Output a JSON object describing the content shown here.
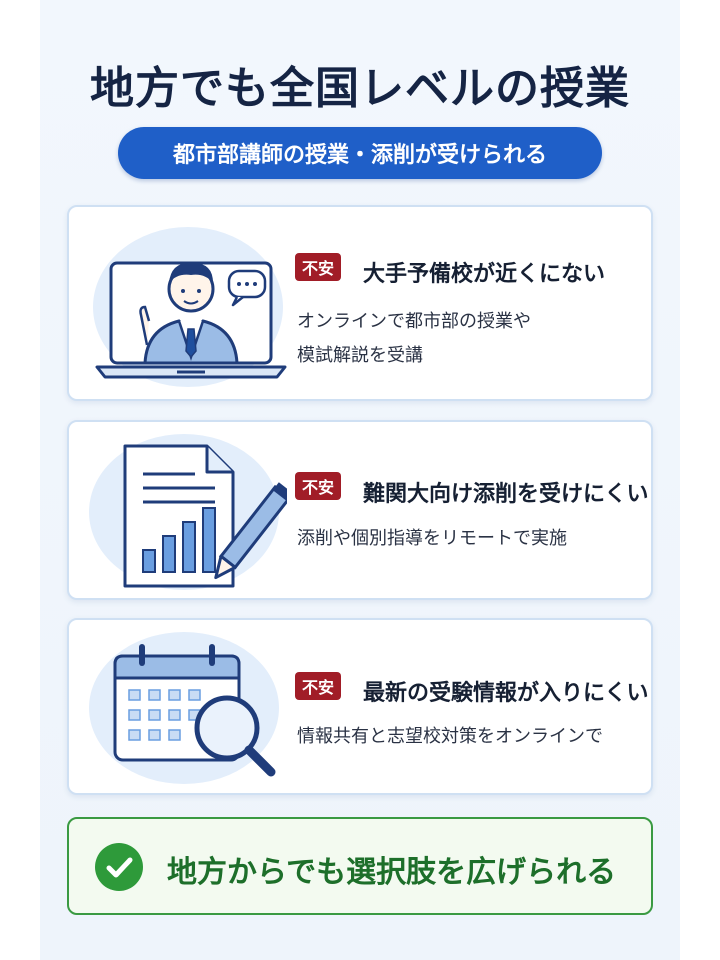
{
  "header": {
    "title": "地方でも全国レベルの授業",
    "subtitle": "都市部講師の授業・添削が受けられる"
  },
  "cards": [
    {
      "tag": "不安",
      "heading": "大手予備校が近くにない",
      "desc_lines": [
        "オンラインで都市部の授業や",
        "模試解説を受講"
      ],
      "illustration": "teacher-on-laptop"
    },
    {
      "tag": "不安",
      "heading": "難関大向け添削を受けにくい",
      "desc_lines": [
        "添削や個別指導をリモートで実施"
      ],
      "illustration": "document-chart-pencil"
    },
    {
      "tag": "不安",
      "heading": "最新の受験情報が入りにくい",
      "desc_lines": [
        "情報共有と志望校対策をオンラインで"
      ],
      "illustration": "calendar-magnifier"
    }
  ],
  "banner": {
    "text": "地方からでも選択肢を広げられる",
    "icon": "check-circle-icon"
  },
  "colors": {
    "title": "#152444",
    "pill": "#1f5fc8",
    "tag": "#a11d27",
    "banner_border": "#3a9a42",
    "banner_text": "#1d6f2a"
  }
}
